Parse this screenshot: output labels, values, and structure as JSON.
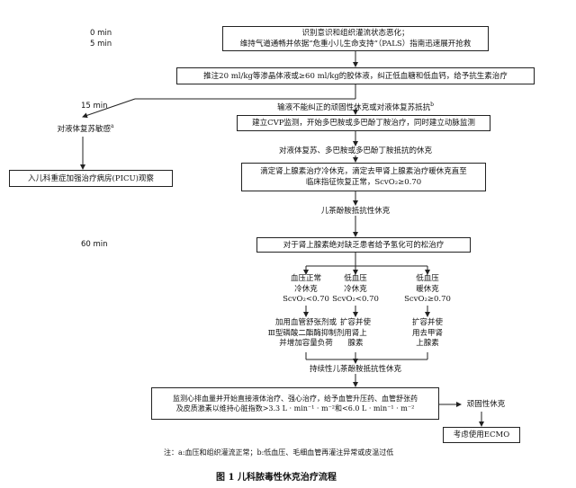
{
  "times": [
    "0 min",
    "5 min",
    "15 min",
    "60 min"
  ],
  "boxes": {
    "b1": [
      "识别意识和组织灌流状态恶化；",
      "维持气道通畅并依据“危重小儿生命支持”（PALS）指南迅速展开抢救"
    ],
    "b2": "推注20 ml/kg等渗晶体液或≥60 ml/kg的胶体液，纠正低血糖和低血钙，给予抗生素治疗",
    "b3": "建立CVP监测，开始多巴胺或多巴酚丁胺治疗，同时建立动脉监测",
    "b4": [
      "滴定肾上腺素治疗冷休克，滴定去甲肾上腺素治疗暖休克直至",
      "临床指征恢复正常，ScvO₂≥0.70"
    ],
    "b5": "入儿科重症加强治疗病房(PICU)观察",
    "b6": "对于肾上腺素绝对缺乏患者给予氢化可的松治疗",
    "b7": [
      "监测心排血量并开始直接液体治疗、强心治疗，给予血管升压药、血管舒张药",
      "及皮质激素以维持心脏指数>3.3 L · min⁻¹ · m⁻²和<6.0 L · min⁻¹ · m⁻²"
    ],
    "b8": "考虑使用ECMO"
  },
  "labels": {
    "fluid_refractory": "输液不能纠正的顽固性休克或对液体复苏抵抗",
    "fluid_refractory_sup": "b",
    "fluid_responsive": "对液体复苏敏感",
    "fluid_responsive_sup": "a",
    "dopamine_resistant": "对液体复苏、多巴胺或多巴酚丁胺抵抗的休克",
    "catecholamine_resistant": "儿茶酚胺抵抗性休克",
    "persistent": "持续性儿茶酚胺抵抗性休克",
    "refractory": "顽固性休克"
  },
  "branches": [
    {
      "title": [
        "血压正常",
        "冷休克",
        "ScvO₂<0.70"
      ],
      "action": [
        "加用血管舒张剂或",
        "Ⅲ型磷酸二酯酶抑制剂",
        "并增加容量负荷"
      ]
    },
    {
      "title": [
        "低血压",
        "冷休克",
        "ScvO₂<0.70"
      ],
      "action": [
        "扩容并使",
        "用肾上",
        "腺素"
      ]
    },
    {
      "title": [
        "低血压",
        "暖休克",
        "ScvO₂≥0.70"
      ],
      "action": [
        "扩容并使",
        "用去甲肾",
        "上腺素"
      ]
    }
  ],
  "note": "注：a:血压和组织灌流正常；b:低血压、毛细血管再灌注异常或皮温过低",
  "caption": "图 1   儿科脓毒性休克治疗流程"
}
